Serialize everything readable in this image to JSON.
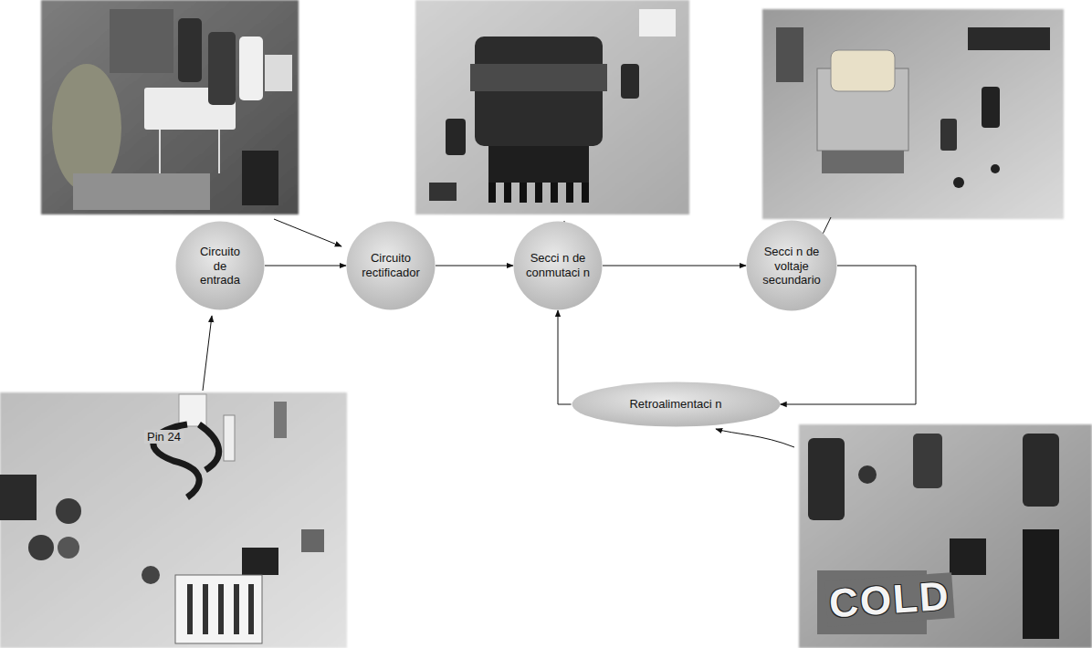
{
  "diagram": {
    "nodes": [
      {
        "text": [
          "Circuito de entrada"
        ]
      },
      {
        "text": [
          "Circuito rectificador"
        ]
      },
      {
        "text": [
          "Secci n de conmutaci n"
        ]
      },
      {
        "text": [
          "Secci n de voltaje secundario"
        ]
      },
      {
        "text": [
          "Retroalimentaci n"
        ]
      }
    ],
    "edges": [
      {
        "from": 0,
        "to": 1,
        "arrow": "to"
      },
      {
        "from": 1,
        "to": 2,
        "arrow": "to"
      },
      {
        "from": 2,
        "to": 3,
        "arrow": "to"
      },
      {
        "from": 3,
        "to": 4,
        "arrow": "to"
      },
      {
        "from": 4,
        "to": 2,
        "arrow": "to"
      }
    ],
    "labels": [
      "Pin 24",
      "COLD"
    ]
  }
}
